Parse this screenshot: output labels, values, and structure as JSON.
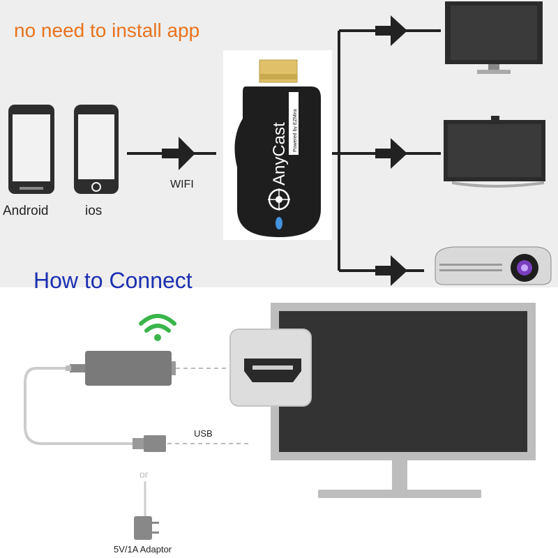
{
  "top": {
    "tagline": "no need to install app",
    "devices": [
      {
        "label": "Android"
      },
      {
        "label": "ios"
      }
    ],
    "connection_label": "WIFI",
    "dongle": {
      "brand": "AnyCast",
      "powered_by": "Powered by EZMira"
    },
    "outputs": [
      "monitor",
      "tv",
      "projector"
    ]
  },
  "bottom": {
    "heading": "How to Connect",
    "usb_label": "USB",
    "or_label": "or",
    "adaptor_label": "5V/1A Adaptor"
  },
  "colors": {
    "tagline": "#e8731e",
    "heading": "#1c2fb0",
    "wifi_signal": "#39b54a",
    "top_background": "#eeeeee"
  }
}
